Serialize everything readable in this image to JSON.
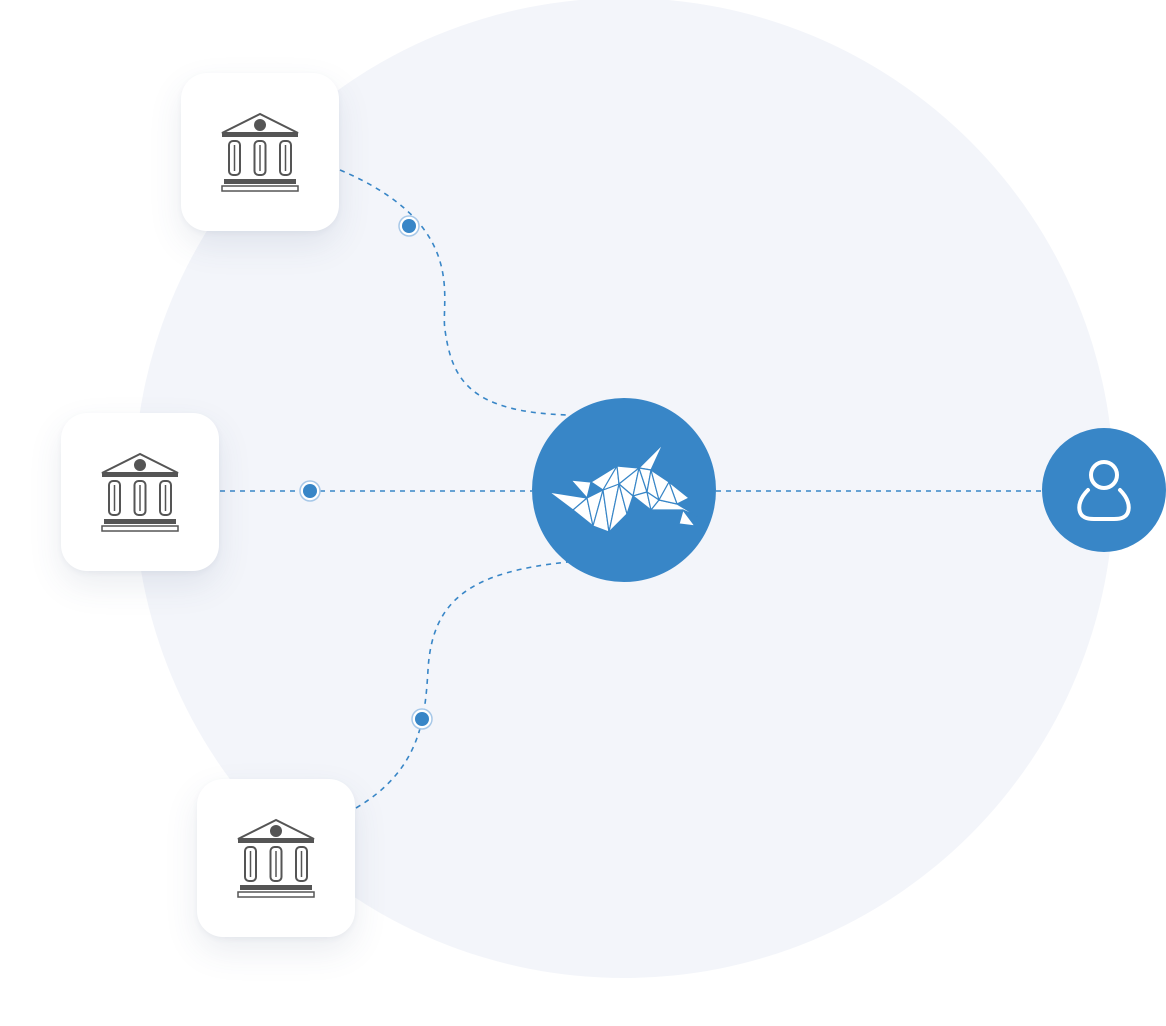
{
  "diagram": {
    "nodes": {
      "banks": [
        {
          "id": "bank-top",
          "icon": "bank-icon"
        },
        {
          "id": "bank-middle",
          "icon": "bank-icon"
        },
        {
          "id": "bank-bottom",
          "icon": "bank-icon"
        }
      ],
      "hub": {
        "icon": "unicorn-logo-icon"
      },
      "user": {
        "icon": "user-icon"
      }
    },
    "edges": [
      {
        "from": "bank-top",
        "to": "hub",
        "style": "dashed"
      },
      {
        "from": "bank-middle",
        "to": "hub",
        "style": "dashed"
      },
      {
        "from": "bank-bottom",
        "to": "hub",
        "style": "dashed"
      },
      {
        "from": "hub",
        "to": "user",
        "style": "dashed"
      }
    ]
  },
  "colors": {
    "accent": "#3886c7",
    "background_circle": "#f3f5fa",
    "icon_gray": "#555555",
    "card": "#ffffff"
  }
}
